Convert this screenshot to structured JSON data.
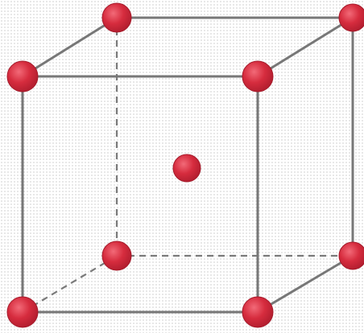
{
  "diagram": {
    "type": "body-centered-cubic-unit-cell",
    "atom_color": "#d62c3e",
    "atom_highlight": "#f26a78",
    "edge_color": "#777777",
    "background": "#ffffff",
    "atoms": [
      {
        "id": "front-bottom-left",
        "role": "corner"
      },
      {
        "id": "front-bottom-right",
        "role": "corner"
      },
      {
        "id": "front-top-left",
        "role": "corner"
      },
      {
        "id": "front-top-right",
        "role": "corner"
      },
      {
        "id": "back-bottom-left",
        "role": "corner",
        "hidden_edges": true
      },
      {
        "id": "back-bottom-right",
        "role": "corner"
      },
      {
        "id": "back-top-left",
        "role": "corner"
      },
      {
        "id": "back-top-right",
        "role": "corner"
      },
      {
        "id": "body-center",
        "role": "center"
      }
    ]
  }
}
